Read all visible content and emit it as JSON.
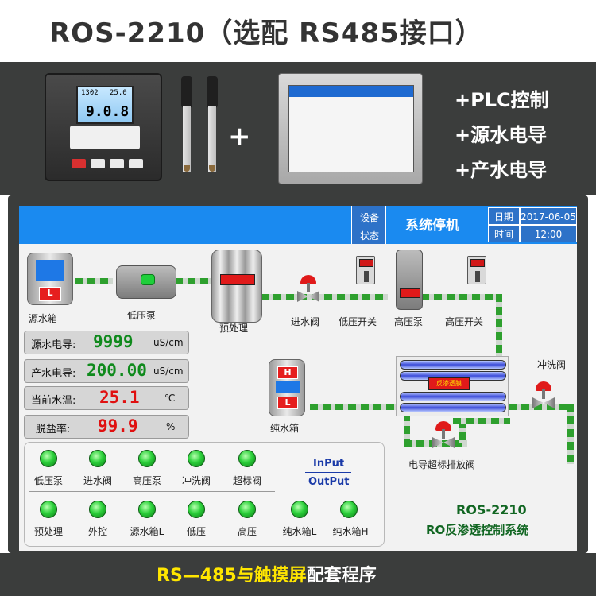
{
  "title": "ROS-2210（选配 RS485接口）",
  "features": [
    "+PLC控制",
    "+源水电导",
    "+产水电导"
  ],
  "plus": "+",
  "controller_lcd": {
    "line1": "1302",
    "line2": "25.0",
    "big": "9.0.8"
  },
  "hmi": {
    "device_status_label": [
      "设备",
      "状态"
    ],
    "status_value": "系统停机",
    "date_label": "日期",
    "date_value": "2017-06-05",
    "time_label": "时间",
    "time_value": "12:00",
    "components": {
      "source_tank": "源水箱",
      "low_pump": "低压泵",
      "pretreatment": "预处理",
      "inlet_valve": "进水阀",
      "low_switch": "低压开关",
      "high_pump": "高压泵",
      "high_switch": "高压开关",
      "flush_valve": "冲洗阀",
      "pure_tank": "纯水箱",
      "drain_valve": "电导超标排放阀",
      "ro_membrane_label": "反渗透膜",
      "tank_l": "L",
      "tank_h": "H"
    },
    "readouts": [
      {
        "label": "源水电导:",
        "value": "9999",
        "unit": "uS/cm",
        "color": "#0f8a1c"
      },
      {
        "label": "产水电导:",
        "value": "200.00",
        "unit": "uS/cm",
        "color": "#0f8a1c"
      },
      {
        "label": "当前水温:",
        "value": "25.1",
        "unit": "℃",
        "color": "#e01010"
      },
      {
        "label": "脱盐率:",
        "value": "99.9",
        "unit": "%",
        "color": "#e01010"
      }
    ],
    "outputs": [
      "低压泵",
      "进水阀",
      "高压泵",
      "冲洗阀",
      "超标阀"
    ],
    "inputs": [
      "预处理",
      "外控",
      "源水箱L",
      "低压",
      "高压",
      "纯水箱L",
      "纯水箱H"
    ],
    "io_input": "InPut",
    "io_output": "OutPut",
    "system_model": "ROS-2210",
    "system_name": "RO反渗透控制系统"
  },
  "caption_highlight": "RS—485与触摸屏",
  "caption_rest": "配套程序",
  "colors": {
    "header_blue": "#1a8af0",
    "pipe_green": "#2ea02e",
    "led_green": "#2cd13b",
    "alarm_red": "#e01a1a",
    "caption_yellow": "#ffe600"
  }
}
